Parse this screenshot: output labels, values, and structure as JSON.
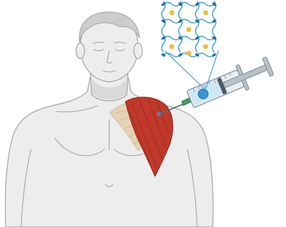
{
  "figure": {
    "subject": "person-torso",
    "injection_site": "shoulder-muscle",
    "instrument": "syringe",
    "inset": "hydrogel-network"
  },
  "colors": {
    "skin": "#ededed",
    "skin_outline": "#a3a3a3",
    "skin_shadow": "#d3d3d3",
    "hair": "#cdcdcd",
    "muscle": "#c0392b",
    "muscle_dark": "#8e1f18",
    "tendon": "#e4d3b4",
    "bone": "#f2e6cc",
    "syringe_barrel": "#e9eef2",
    "syringe_outline": "#7d8a95",
    "plunger": "#b8c1c8",
    "liquid": "#cfe8f6",
    "gel_depot": "#3a95d2",
    "needle": "#5a6570",
    "needle_hub": "#3f9e5e",
    "network_strand": "#3b9ccf",
    "network_crosslink": "#1d6fa8",
    "network_particle": "#f2c531",
    "callout_line": "#3a95d2"
  }
}
